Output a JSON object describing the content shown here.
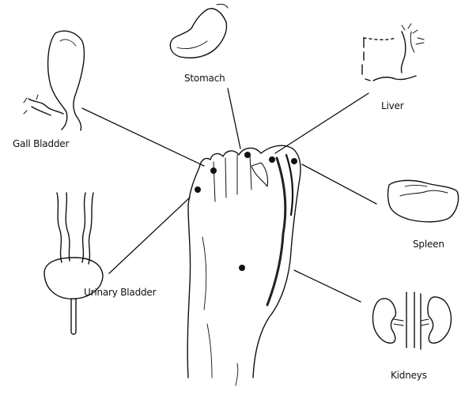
{
  "labels": {
    "gall_bladder": "Gall Bladder",
    "stomach": "Stomach",
    "liver": "Liver",
    "spleen": "Spleen",
    "urinary_bladder": "Urinary Bladder",
    "kidneys": "Kidneys"
  },
  "colors": {
    "ink": "#111111",
    "background": "#ffffff"
  }
}
